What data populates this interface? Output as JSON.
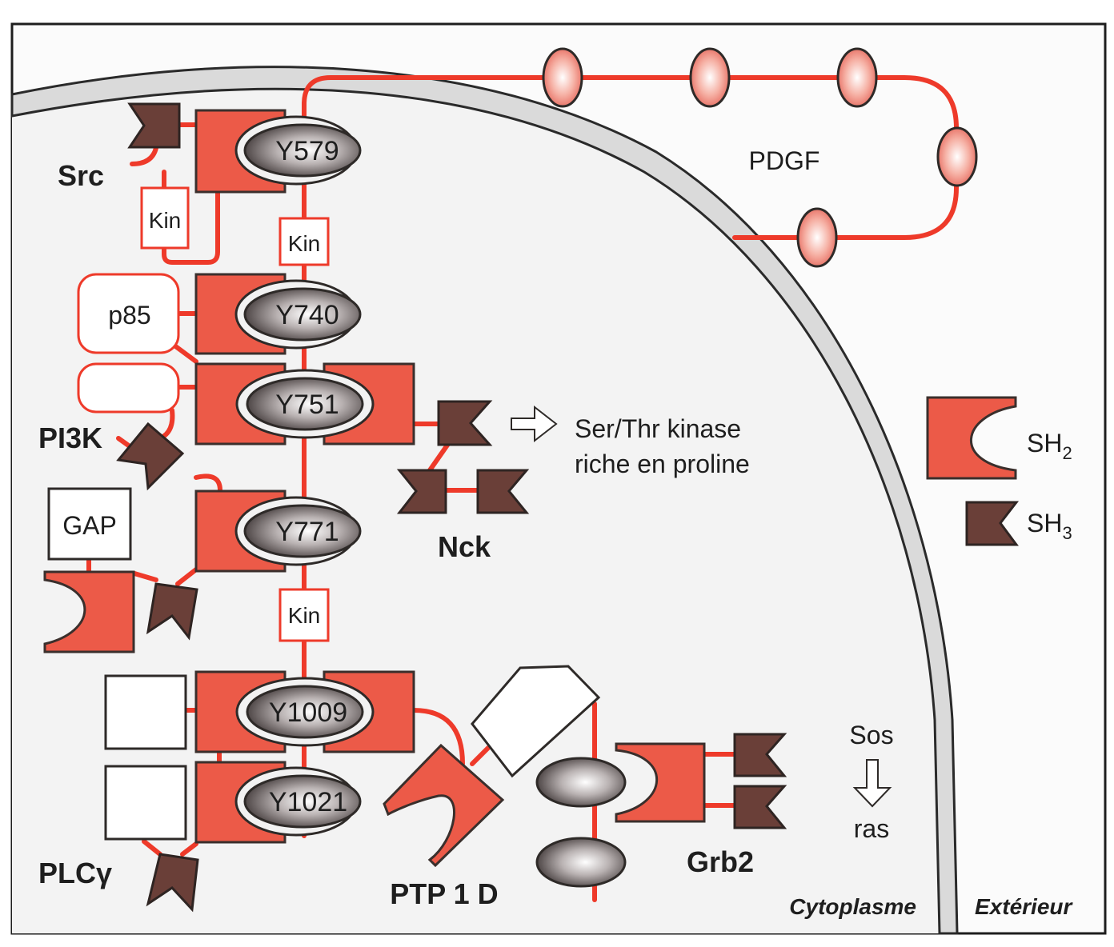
{
  "diagram": {
    "ligand_label": "PDGF",
    "compartments": {
      "inside": "Cytoplasme",
      "outside": "Extérieur"
    },
    "receptor": {
      "phosphotyrosines": [
        "Y579",
        "Y740",
        "Y751",
        "Y771",
        "Y1009",
        "Y1021"
      ],
      "kinase_domain_label": "Kin"
    },
    "proteins": {
      "src": {
        "name": "Src",
        "kinase_label": "Kin"
      },
      "pi3k": {
        "name": "PI3K",
        "subunit_label": "p85"
      },
      "gap": {
        "name": "GAP"
      },
      "nck": {
        "name": "Nck",
        "effect_line1": "Ser/Thr kinase",
        "effect_line2": "riche en proline"
      },
      "plcg": {
        "name": "PLCγ"
      },
      "ptp": {
        "name": "PTP 1 D"
      },
      "grb2": {
        "name": "Grb2",
        "downstream_top": "Sos",
        "downstream_bottom": "ras"
      }
    },
    "legend": {
      "items": [
        {
          "symbol": "sh2-domain",
          "label": "SH",
          "subscript": "2"
        },
        {
          "symbol": "sh3-domain",
          "label": "SH",
          "subscript": "3"
        }
      ]
    },
    "colors": {
      "sh2": "#ec5a48",
      "sh3": "#6a3f38",
      "chain": "#ee3a2a",
      "membrane": "#d9d9d9"
    }
  }
}
